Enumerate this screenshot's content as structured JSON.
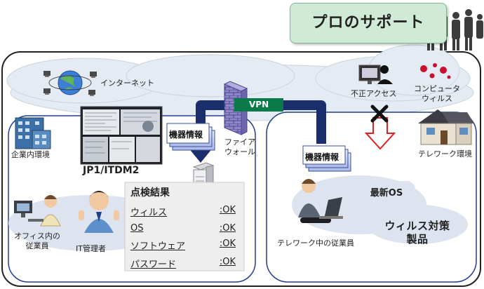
{
  "banner": {
    "title": "プロのサポート"
  },
  "labels": {
    "internet": "インターネット",
    "vpn": "VPN",
    "firewall": [
      "ファイア",
      "ウォール"
    ],
    "unauthorized_access": "不正アクセス",
    "computer_virus": [
      "コンピュータ",
      "ウィルス"
    ],
    "corporate_env": "企業内環境",
    "telework_env": "テレワーク環境",
    "product": "JP1/ITDM2",
    "device_info_left": "機器情報",
    "device_info_right": "機器情報",
    "office_employee": [
      "オフィス内の",
      "従業員"
    ],
    "it_admin": "IT管理者",
    "telework_employee": "テレワーク中の従業員",
    "latest_os": "最新OS",
    "antivirus": [
      "ウィルス対策",
      "製品"
    ]
  },
  "inspection": {
    "title": "点検結果",
    "rows": [
      {
        "item": "ウィルス",
        "status": ":OK"
      },
      {
        "item": "OS",
        "status": ":OK"
      },
      {
        "item": "ソフトウェア",
        "status": ":OK"
      },
      {
        "item": "パスワード",
        "status": ":OK"
      }
    ]
  },
  "colors": {
    "vpn_tube": "#1a2e6b",
    "vpn_label_bg": "#0a7a4b",
    "region_border": "#1f3f8f",
    "banner_bg": "#cfead7",
    "block_cross": "#111111",
    "attack_arrow": "#e02020"
  },
  "icons": [
    "globe-icon",
    "building-icon",
    "house-icon",
    "server-icon",
    "monitor-icon",
    "virus-icon",
    "person-silhouettes-icon"
  ]
}
